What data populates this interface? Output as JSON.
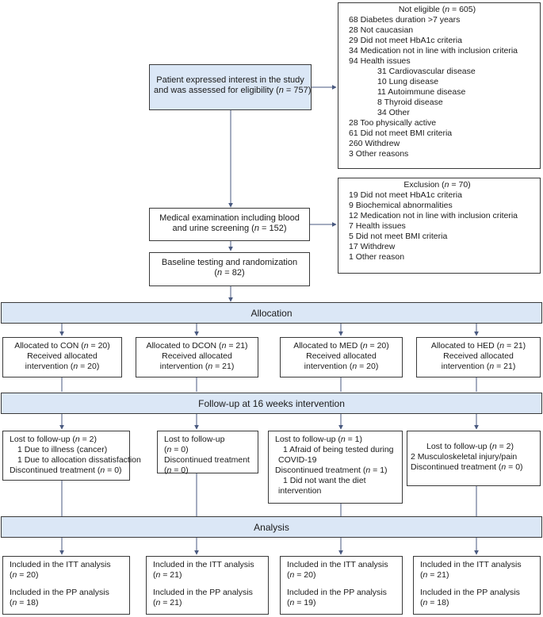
{
  "enrollment": {
    "interest_box": [
      "Patient expressed interest in the study",
      "and was assessed for eligibility (",
      "n",
      " = 757)"
    ],
    "medical_box": [
      "Medical examination including blood",
      "and urine screening (",
      "n",
      " = 152)"
    ],
    "baseline_box": [
      "Baseline testing and randomization",
      "(",
      "n",
      " = 82)"
    ]
  },
  "not_eligible": {
    "header": [
      "Not eligible (",
      "n",
      " = 605)"
    ],
    "items": [
      "68 Diabetes duration >7 years",
      "28 Not caucasian",
      "29 Did not meet HbA1c criteria",
      "34 Medication not in line with inclusion criteria",
      "94 Health issues"
    ],
    "health_subitems": [
      "31 Cardiovascular disease",
      "10 Lung disease",
      "11 Autoimmune disease",
      "8 Thyroid disease",
      "34 Other"
    ],
    "items_after": [
      "28 Too physically active",
      "61 Did not meet BMI criteria",
      "260 Withdrew",
      "3 Other reasons"
    ]
  },
  "exclusion": {
    "header": [
      "Exclusion (",
      "n",
      " = 70)"
    ],
    "items": [
      "19 Did not meet HbA1c criteria",
      "9 Biochemical abnormalities",
      "12 Medication not in line with inclusion criteria",
      "7 Health issues",
      "5 Did not meet BMI criteria",
      "17 Withdrew",
      "1 Other reason"
    ]
  },
  "banners": {
    "allocation": "Allocation",
    "followup": "Follow-up at 16 weeks intervention",
    "analysis": "Analysis"
  },
  "allocation_groups": [
    {
      "pre": "Allocated to CON (",
      "n": "n",
      "post": " = 20)",
      "l2": "Received allocated",
      "l3a": "intervention (",
      "l3b": " = 20)"
    },
    {
      "pre": "Allocated to DCON (",
      "n": "n",
      "post": " = 21)",
      "l2": "Received allocated",
      "l3a": "intervention (",
      "l3b": " = 21)"
    },
    {
      "pre": "Allocated to MED (",
      "n": "n",
      "post": " = 20)",
      "l2": "Received allocated",
      "l3a": "intervention (",
      "l3b": " = 20)"
    },
    {
      "pre": "Allocated to HED (",
      "n": "n",
      "post": " = 21)",
      "l2": "Received allocated",
      "l3a": "intervention (",
      "l3b": " = 21)"
    }
  ],
  "followup_groups": {
    "con": {
      "l1a": "Lost to follow-up (",
      "l1b": " = 2)",
      "s1": "1 Due to illness (cancer)",
      "s2": "1 Due to allocation dissatisfaction",
      "l2a": "Discontinued treatment (",
      "l2b": " = 0)"
    },
    "dcon": {
      "l1": "Lost to follow-up",
      "l2a": "(",
      "l2b": " = 0)",
      "l3": "Discontinued treatment",
      "l4a": "(",
      "l4b": " = 0)"
    },
    "med": {
      "l1a": "Lost to follow-up (",
      "l1b": " = 1)",
      "s1": "1 Afraid of being tested during",
      "s1b": "COVID-19",
      "l2a": "Discontinued treatment (",
      "l2b": " = 1)",
      "s2": "1 Did not want the diet",
      "s2b": "intervention"
    },
    "hed": {
      "l1a": "Lost to follow-up (",
      "l1b": " = 2)",
      "s1": "2 Musculoskeletal injury/pain",
      "l2a": "Discontinued treatment (",
      "l2b": " = 0)"
    },
    "n": "n"
  },
  "analysis_groups": [
    {
      "itt": "Included in the ITT analysis",
      "itt_a": "(",
      "itt_b": " = 20)",
      "pp": "Included in the PP analysis",
      "pp_a": "(",
      "pp_b": " = 18)"
    },
    {
      "itt": "Included in the ITT analysis",
      "itt_a": "(",
      "itt_b": " = 21)",
      "pp": "Included in the PP analysis",
      "pp_a": "(",
      "pp_b": " = 21)"
    },
    {
      "itt": "Included in the ITT analysis",
      "itt_a": "(",
      "itt_b": " = 20)",
      "pp": "Included in the PP analysis",
      "pp_a": "(",
      "pp_b": " = 19)"
    },
    {
      "itt": "Included in the ITT analysis",
      "itt_a": "(",
      "itt_b": " = 21)",
      "pp": "Included in the PP analysis",
      "pp_a": "(",
      "pp_b": " = 18)"
    }
  ],
  "colors": {
    "box_fill": "#dbe7f6",
    "line": "#3a3a3a",
    "arrow": "#4a5a80"
  }
}
